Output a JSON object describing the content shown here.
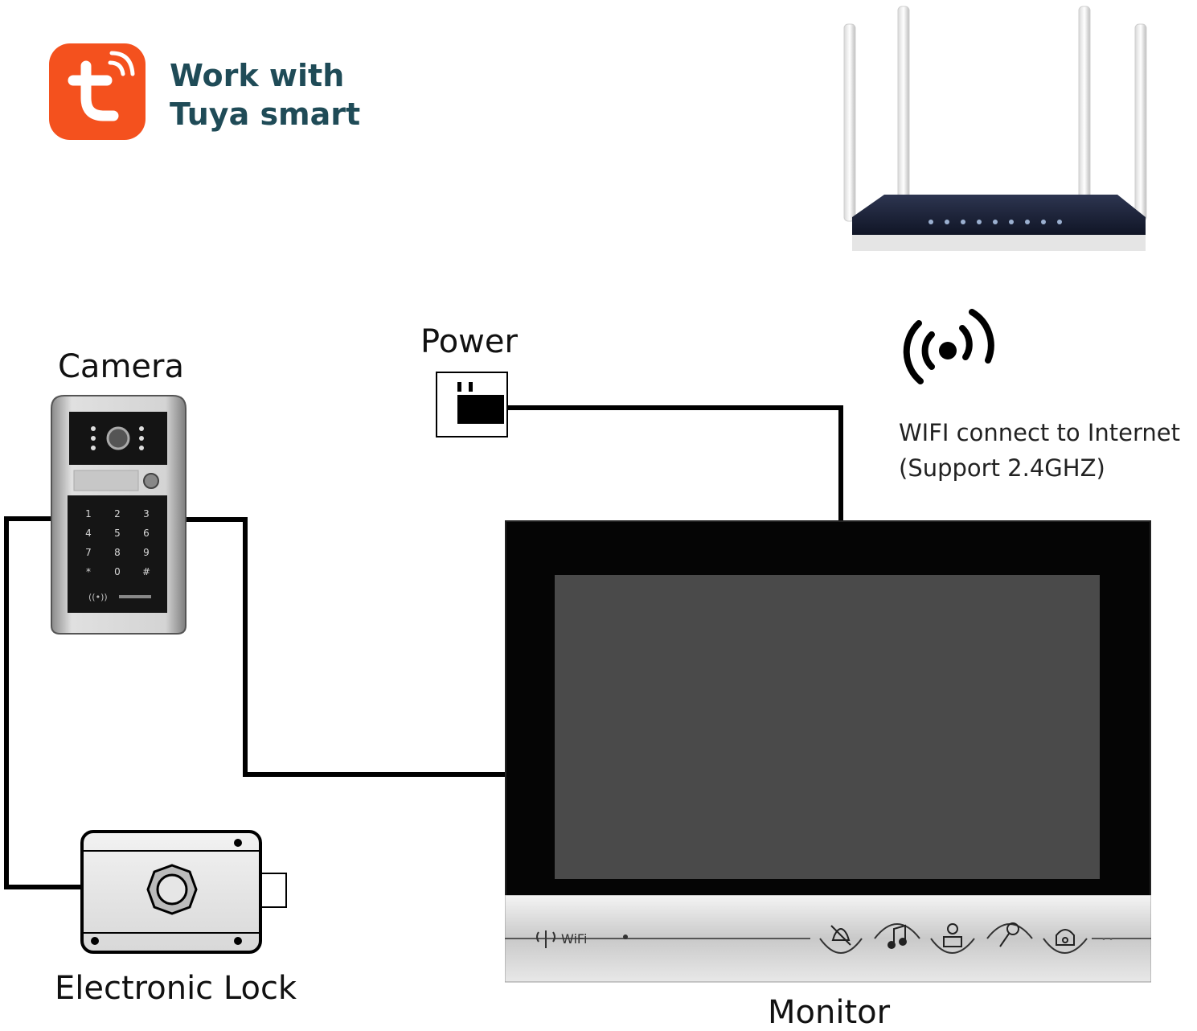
{
  "brand": {
    "line1": "Work with",
    "line2": "Tuya smart",
    "color": "#1f4b57",
    "logo_color": "#f4511e",
    "logo_icon": "tuya-logo-icon"
  },
  "labels": {
    "camera": "Camera",
    "power": "Power",
    "wifi_line1": "WIFI connect to Internet",
    "wifi_line2": "(Support 2.4GHZ)",
    "lock": "Electronic Lock",
    "monitor": "Monitor"
  },
  "monitor_panel": {
    "wifi_label": "WiFi",
    "screen_color": "#4a4a4a",
    "bezel_color": "#050505",
    "buttons": [
      "mute-bell-icon",
      "music-note-icon",
      "user-icon",
      "key-icon",
      "phone-icon"
    ]
  },
  "keypad": {
    "keys": [
      "1",
      "2",
      "3",
      "4",
      "5",
      "6",
      "7",
      "8",
      "9",
      "*",
      "0",
      "#"
    ]
  }
}
